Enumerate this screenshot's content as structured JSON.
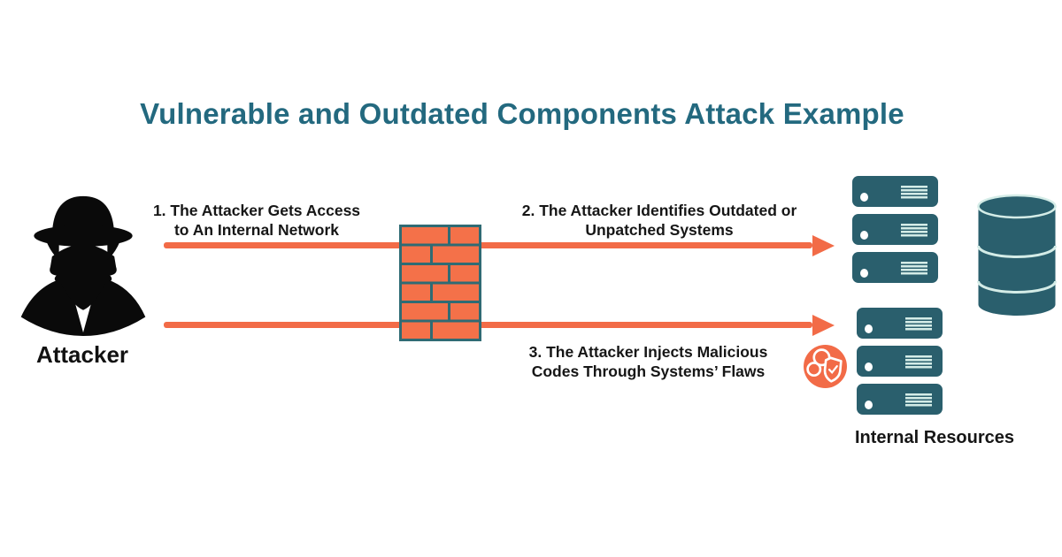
{
  "title": "Vulnerable and Outdated Components Attack Example",
  "labels": {
    "attacker": "Attacker",
    "internal_resources": "Internal Resources"
  },
  "steps": {
    "step1": {
      "line1": "1. The Attacker Gets Access",
      "line2": "to An Internal Network"
    },
    "step2": {
      "line1": "2. The Attacker Identifies Outdated or",
      "line2": "Unpatched Systems"
    },
    "step3": {
      "line1": "3. The Attacker Injects Malicious",
      "line2": "Codes Through Systems’ Flaws"
    }
  },
  "icons": {
    "attacker": "spy-icon",
    "firewall": "brick-wall-icon",
    "malware": "malware-shield-icon",
    "server": "server-icon",
    "database": "database-icon",
    "arrows": "arrow-right-icon"
  },
  "colors": {
    "title_teal": "#23697F",
    "icon_teal": "#2A5F6D",
    "arrow_orange": "#F26B47",
    "brick_orange": "#F47149",
    "brick_border_teal": "#2F6B74",
    "detail_mint": "#D4ECE7",
    "text_black": "#161616"
  }
}
